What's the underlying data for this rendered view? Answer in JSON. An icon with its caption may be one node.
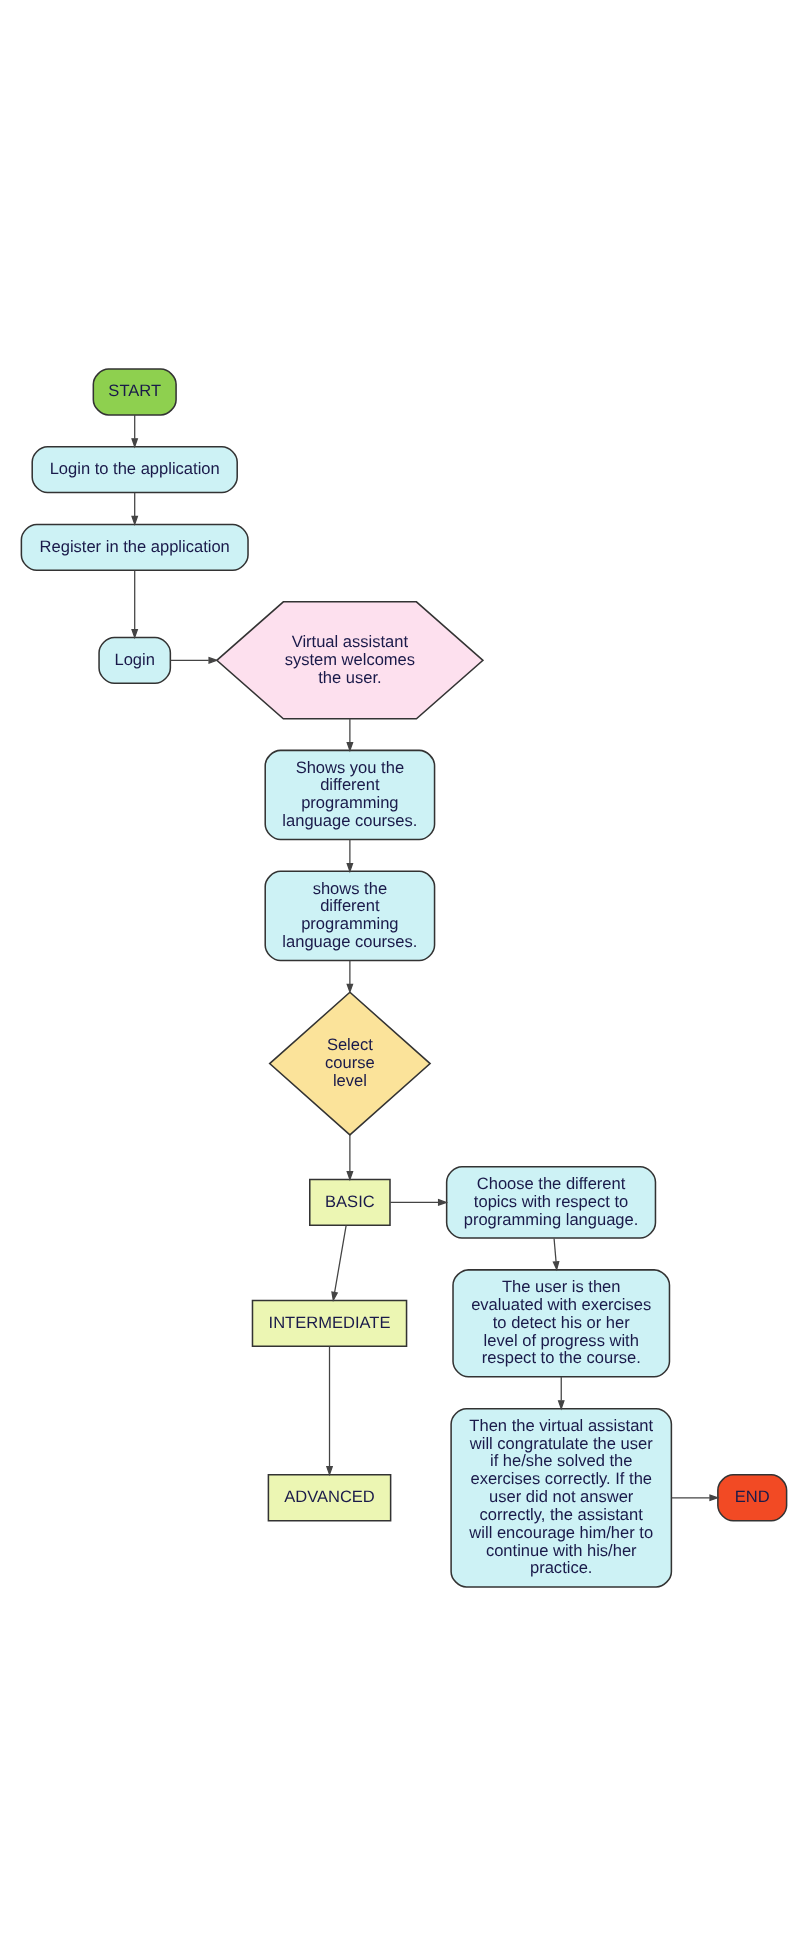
{
  "diagram": {
    "nodes": [
      {
        "text": [
          "START"
        ]
      },
      {
        "text": [
          "Login to the application"
        ]
      },
      {
        "text": [
          "Register in the application"
        ]
      },
      {
        "text": [
          "Login"
        ]
      },
      {
        "text": [
          "Virtual assistant system welcomes the user."
        ]
      },
      {
        "text": [
          "Shows you the different programming language courses."
        ]
      },
      {
        "text": [
          "shows the different programming language courses."
        ]
      },
      {
        "text": [
          "Select course level"
        ]
      },
      {
        "text": [
          "BASIC"
        ]
      },
      {
        "text": [
          "INTERMEDIATE"
        ]
      },
      {
        "text": [
          "ADVANCED"
        ]
      },
      {
        "text": [
          "Choose the different topics with respect to programming language."
        ]
      },
      {
        "text": [
          "The user is then evaluated with exercises to detect his or her level of progress with respect to the course."
        ]
      },
      {
        "text": [
          "Then the virtual assistant will congratulate the user if he/she solved the exercises correctly. If the user did not answer correctly, the assistant will encourage him/her to continue with his/her practice."
        ]
      },
      {
        "text": [
          "END"
        ]
      }
    ],
    "edges": [
      {
        "from": 0,
        "to": 1,
        "arrow": "to"
      },
      {
        "from": 1,
        "to": 2,
        "arrow": "to"
      },
      {
        "from": 2,
        "to": 3,
        "arrow": "to"
      },
      {
        "from": 3,
        "to": 4,
        "arrow": "to"
      },
      {
        "from": 4,
        "to": 5,
        "arrow": "to"
      },
      {
        "from": 5,
        "to": 6,
        "arrow": "to"
      },
      {
        "from": 6,
        "to": 7,
        "arrow": "to"
      },
      {
        "from": 7,
        "to": 8,
        "arrow": "to"
      },
      {
        "from": 8,
        "to": 9,
        "arrow": "to"
      },
      {
        "from": 9,
        "to": 10,
        "arrow": "to"
      },
      {
        "from": 8,
        "to": 11,
        "arrow": "to"
      },
      {
        "from": 11,
        "to": 12,
        "arrow": "to"
      },
      {
        "from": 12,
        "to": 13,
        "arrow": "to"
      },
      {
        "from": 13,
        "to": 14,
        "arrow": "to"
      }
    ]
  }
}
